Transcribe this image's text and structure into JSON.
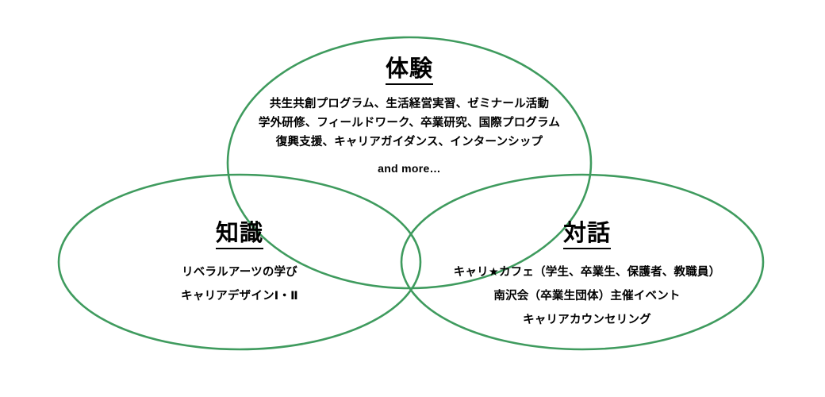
{
  "diagram": {
    "type": "venn",
    "background_color": "#ffffff",
    "circle_stroke_color": "#3f9b5e",
    "circle_fill": "none",
    "text_color": "#000000",
    "groups": [
      {
        "id": "experience",
        "position": "top",
        "title": "体験",
        "title_underlined": true,
        "lines": [
          "共生共創プログラム、生活経営実習、ゼミナール活動",
          "学外研修、フィールドワーク、卒業研究、国際プログラム",
          "復興支援、キャリアガイダンス、インターンシップ",
          "and more…"
        ]
      },
      {
        "id": "knowledge",
        "position": "bottom-left",
        "title": "知識",
        "title_underlined": true,
        "lines": [
          "リベラルアーツの学び",
          "キャリアデザインⅠ・Ⅱ"
        ]
      },
      {
        "id": "dialogue",
        "position": "bottom-right",
        "title": "対話",
        "title_underlined": true,
        "lines": [
          "キャリ★カフェ（学生、卒業生、保護者、教職員）",
          "南沢会（卒業生団体）主催イベント",
          "キャリアカウンセリング"
        ]
      }
    ]
  }
}
